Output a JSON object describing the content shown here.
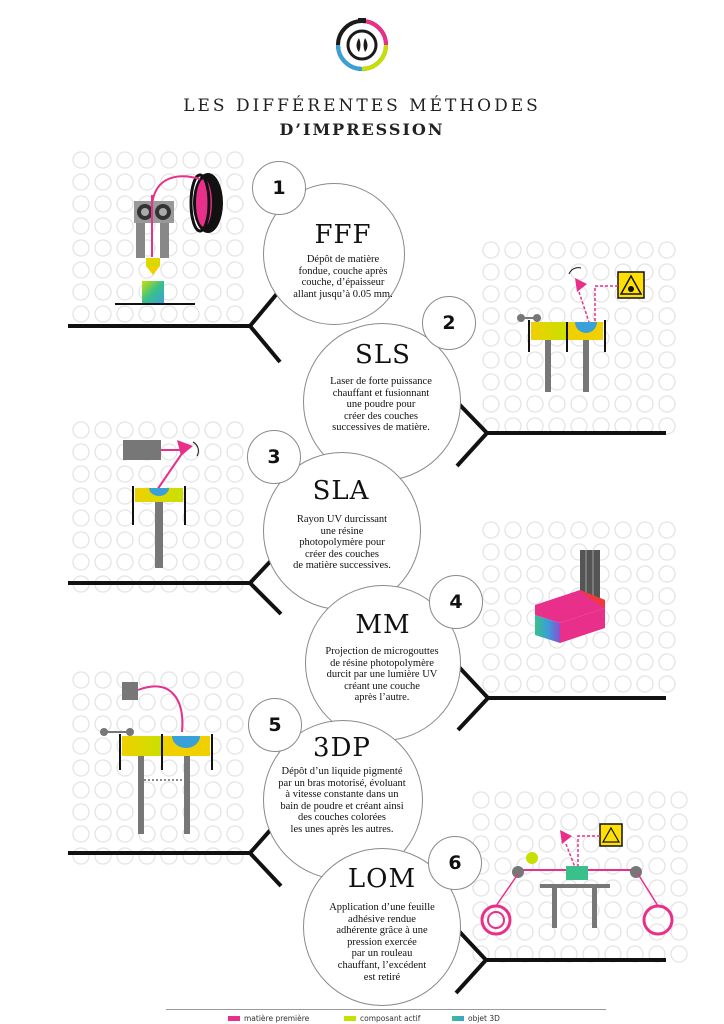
{
  "header": {
    "title_line1": "LES DIFFÉRENTES MÉTHODES",
    "title_line2": "D’IMPRESSION"
  },
  "methods": [
    {
      "number": "1",
      "name": "FFF",
      "description": [
        "Dépôt de matière",
        "fondue, couche après",
        "couche, d’épaisseur",
        "allant jusqu’à 0.05 mm."
      ]
    },
    {
      "number": "2",
      "name": "SLS",
      "description": [
        "Laser de forte puissance",
        "chauffant et fusionnant",
        "une poudre pour",
        "créer des couches",
        "successives de matière."
      ]
    },
    {
      "number": "3",
      "name": "SLA",
      "description": [
        "Rayon UV durcissant",
        "une résine",
        "photopolymère pour",
        "créer des couches",
        "de matière successives."
      ]
    },
    {
      "number": "4",
      "name": "MM",
      "description": [
        "Projection de microgouttes",
        "de résine photopolymère",
        "durcit par une lumière UV",
        "créant une couche",
        "après l’autre."
      ]
    },
    {
      "number": "5",
      "name": "3DP",
      "description": [
        "Dépôt d’un liquide pigmenté",
        "par un bras motorisé, évoluant",
        "à vitesse constante dans un",
        "bain de poudre et créant ainsi",
        "des couches colorées",
        "les unes après les autres."
      ]
    },
    {
      "number": "6",
      "name": "LOM",
      "description": [
        "Application d’une feuille",
        "adhésive rendue",
        "adhérente grâce à une",
        "pression exercée",
        "par un rouleau",
        "chauffant, l’excédent",
        "est retiré"
      ]
    }
  ],
  "legend": [
    {
      "label": "matière première",
      "color": "#e8308a"
    },
    {
      "label": "composant actif",
      "color": "#c8e000"
    },
    {
      "label": "objet 3D",
      "color": "#3aa0d8"
    }
  ],
  "colors": {
    "magenta": "#e8308a",
    "yellow": "#f0d000",
    "lime": "#c8e000",
    "gray": "#777777",
    "dark": "#111111"
  },
  "icons": [
    "logo-icon",
    "filament-spool-icon",
    "laser-warning-icon",
    "rotation-arrow-icon"
  ]
}
